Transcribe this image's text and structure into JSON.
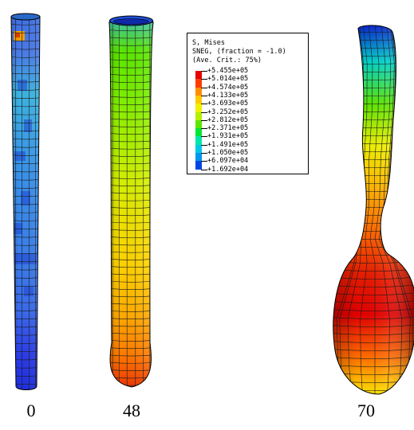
{
  "legend": {
    "line1": "S, Mises",
    "line2": "SNEG, (fraction = -1.0)",
    "line3": "(Ave. Crit.: 75%)",
    "values": [
      "+5.455e+05",
      "+5.014e+05",
      "+4.574e+05",
      "+4.133e+05",
      "+3.693e+05",
      "+3.252e+05",
      "+2.812e+05",
      "+2.371e+05",
      "+1.931e+05",
      "+1.491e+05",
      "+1.050e+05",
      "+6.097e+04",
      "+1.692e+04"
    ],
    "colors": [
      "#e60000",
      "#ff3c00",
      "#ff8c00",
      "#ffc800",
      "#f0f000",
      "#b4f000",
      "#5ae600",
      "#00e632",
      "#00e6aa",
      "#00c8e6",
      "#0096f0",
      "#0046e6",
      "#0000c8"
    ]
  },
  "frames": [
    {
      "label": "0",
      "cells": [
        "#3c6ee6",
        "#4a7ae8",
        "#3cb4e0",
        "#3aa0e6",
        "#3a90ea",
        "#3a86ea",
        "#3a7aea",
        "#3a6aec",
        "#2c3ce6",
        "#1c2ce0"
      ]
    },
    {
      "label": "48",
      "cells": [
        "#33b4e6",
        "#5ae600",
        "#7aee00",
        "#a6f000",
        "#d4f000",
        "#f0e000",
        "#ffd000",
        "#ffae00",
        "#ff7a00",
        "#e61e00"
      ]
    },
    {
      "label": "70",
      "cells": [
        "#0a0ad2",
        "#00d2c8",
        "#5ae600",
        "#f0f000",
        "#ffb400",
        "#ff6a00",
        "#e61e00",
        "#e10000",
        "#ff6a00",
        "#fff000"
      ]
    }
  ],
  "colors": {
    "mesh": "#1a1a1a",
    "background": "#ffffff"
  }
}
